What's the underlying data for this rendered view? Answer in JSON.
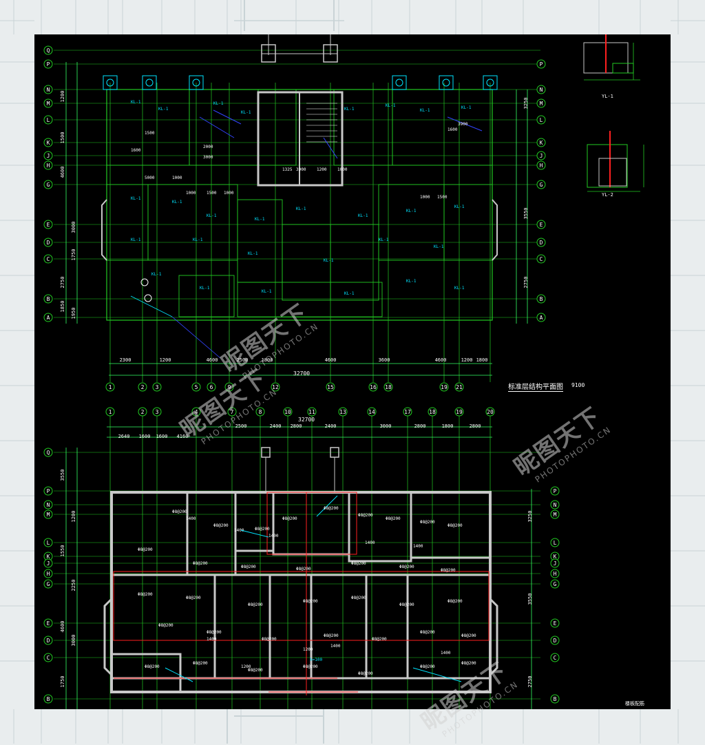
{
  "colors": {
    "background": "#000000",
    "grid": "#22cc22",
    "walls": "#c8c8c8",
    "dims": "#33ff66",
    "text": "#ffffff",
    "annotation": "#00e5ff",
    "section": "#ff2020",
    "slab": "#3344ff"
  },
  "axes": {
    "top_columns": [
      "1",
      "2",
      "3",
      "5",
      "6",
      "9",
      "12",
      "15",
      "16",
      "18",
      "19",
      "21"
    ],
    "bottom_columns": [
      "1",
      "2",
      "3",
      "4",
      "7",
      "8",
      "10",
      "11",
      "13",
      "14",
      "17",
      "18",
      "19",
      "20"
    ],
    "upper_rows": [
      "Q",
      "P",
      "N",
      "M",
      "L",
      "K",
      "J",
      "H",
      "G",
      "E",
      "D",
      "C",
      "B",
      "A"
    ],
    "lower_rows": [
      "Q",
      "P",
      "N",
      "M",
      "L",
      "K",
      "J",
      "H",
      "G",
      "E",
      "D",
      "C",
      "B"
    ]
  },
  "dimensions": {
    "upper_total": "32700",
    "lower_total": "32700",
    "upper_bottom_chain": [
      "2300",
      "1200",
      "4600",
      "2500",
      "1800",
      "4600",
      "3600",
      "4600",
      "1200",
      "1800"
    ],
    "lower_top_chain": [
      "2500",
      "2400",
      "2800",
      "2400",
      "3000",
      "2800",
      "1800",
      "2800"
    ],
    "lower_top_chain_2": [
      "2640",
      "1600",
      "1600",
      "4160"
    ],
    "right_spot_dim": "9100",
    "row_dims_right": [
      "3250",
      "3550",
      "2750"
    ],
    "row_dims_left": [
      "1200",
      "1500",
      "4600",
      "3000",
      "1750",
      "2750",
      "1850",
      "1950"
    ]
  },
  "labels": {
    "upper_plan_title": "标准层结构平面图",
    "lower_bottom_label": "楼板配筋",
    "beam_tag": "KL-1",
    "detail_1": "YL-1",
    "detail_2": "YL-2",
    "rebar_tag": "Φ8@200",
    "slab_mark": "h=100"
  },
  "watermark": {
    "brand": "昵图天下",
    "url": "PHOTOPHOTO.CN"
  }
}
